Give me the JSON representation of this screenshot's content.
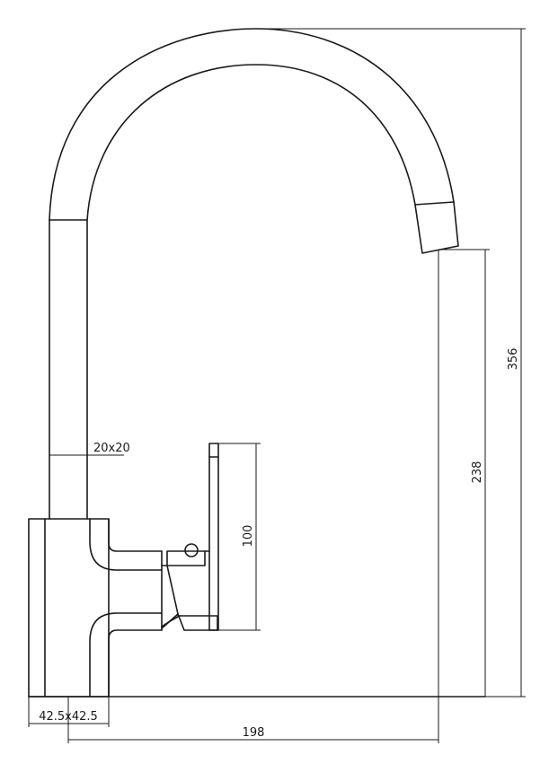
{
  "dimensions": {
    "total_height": "356",
    "spout_height": "238",
    "handle_height": "100",
    "pipe_section": "20x20",
    "base_section": "42.5x42.5",
    "reach": "198"
  }
}
